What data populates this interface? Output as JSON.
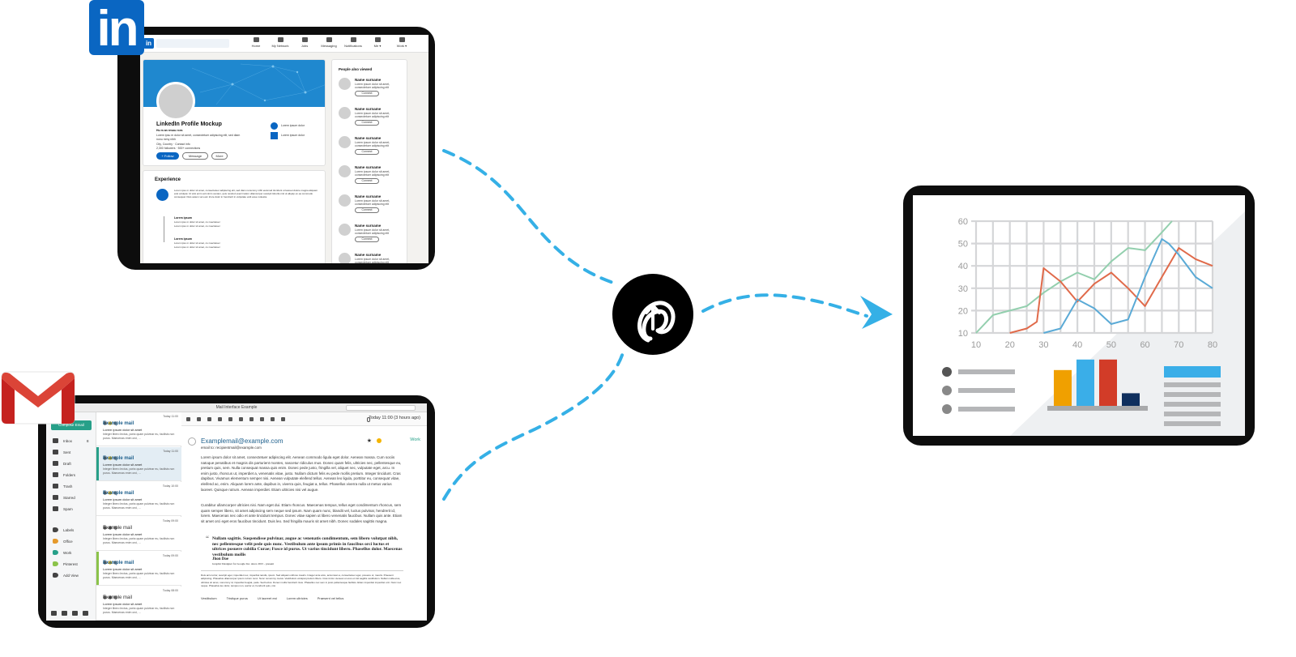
{
  "linkedin": {
    "logo_text": "in",
    "nav": [
      "Home",
      "My Network",
      "Jobs",
      "Messaging",
      "Notifications",
      "Me ▾",
      "Work ▾"
    ],
    "profile": {
      "name": "LinkedIn Profile Mockup",
      "subtitle": "Hu m an resou rces",
      "bio": "Lorem ipsu m dolor sit amet, consectetuer adipiscing elit, sed diam nonu mmy nibh",
      "location": "City, Country · Contact info",
      "connections": "2,300 followers · 500+ connections",
      "follow_label": "+ Follow",
      "message_label": "Message",
      "more_label": "More",
      "side_links": [
        "Lorem ipsum dolor",
        "Lorem ipsum dolor"
      ]
    },
    "experience": {
      "heading": "Experience",
      "description": "Lorem ipsu m dolor sit amet, consectetuer adipiscing elit, sed diam nonummy nibh euismod tincidunt ut laoreet dolore magna aliquam erat volutpat. Ut wisi enim ad minim veniam, quis nostrud exerci tation ullamcorper suscipit lobortis nisl ut aliquip ex ea commodo consequat. Duis autem vel eum iriure dolor in hendrerit in vulputate velit esse molestie",
      "entries": [
        {
          "title": "Lorem ipsum",
          "line1": "Lorem ipsu m dolor sit amet, co nsectetuer",
          "line2": "Lorem ipsu m dolor sit amet, co nsectetuer"
        },
        {
          "title": "Lorem ipsum",
          "line1": "Lorem ipsu m dolor sit amet, co nsectetuer",
          "line2": "Lorem ipsu m dolor sit amet, co nsectetuer"
        }
      ]
    },
    "people_also_viewed": {
      "heading": "People also viewed",
      "people": [
        {
          "name": "Name surname",
          "desc": "Lorem ipsum dolor sit amet, consectetuer adipiscing elit",
          "button": "Connect"
        },
        {
          "name": "Name surname",
          "desc": "Lorem ipsum dolor sit amet, consectetuer adipiscing elit",
          "button": "Connect"
        },
        {
          "name": "Name surname",
          "desc": "Lorem ipsum dolor sit amet, consectetuer adipiscing elit",
          "button": "Connect"
        },
        {
          "name": "Name surname",
          "desc": "Lorem ipsum dolor sit amet, consectetuer adipiscing elit",
          "button": "Connect"
        },
        {
          "name": "Name surname",
          "desc": "Lorem ipsum dolor sit amet, consectetuer adipiscing elit",
          "button": "Connect"
        },
        {
          "name": "Name surname",
          "desc": "Lorem ipsum dolor sit amet, consectetuer adipiscing elit",
          "button": "Connect"
        },
        {
          "name": "Name surname",
          "desc": "Lorem ipsum dolor sit amet, consectetuer adipiscing elit",
          "button": "Connect"
        }
      ]
    }
  },
  "gmail": {
    "window_title": "Mail Interface Example",
    "compose_label": "Compose Email",
    "folders": [
      "Inbox",
      "Sent",
      "Draft",
      "Folders",
      "Trash",
      "Starred",
      "Spam"
    ],
    "inbox_count": "8",
    "labels": [
      "Labels",
      "Office",
      "Work",
      "Pinterest",
      "Add View"
    ],
    "list": [
      {
        "subject": "Example mail",
        "from": "Lorem ipsum dolor sit amet",
        "body": "Integer libero lectus, porta quam pulvinar eu, facilisis non purus. Maecenas enim orci, ...",
        "time": "Today 11:00",
        "selected": false,
        "bold": true
      },
      {
        "subject": "Example mail",
        "from": "Lorem ipsum dolor sit amet",
        "body": "Integer libero lectus, porta quam pulvinar eu, facilisis non purus. Maecenas enim orci, ...",
        "time": "Today 11:00",
        "selected": true,
        "bold": true
      },
      {
        "subject": "Example mail",
        "from": "Lorem ipsum dolor sit amet",
        "body": "Integer libero lectus, porta quam pulvinar eu, facilisis non purus. Maecenas enim orci, ...",
        "time": "Today 10:00",
        "selected": false,
        "bold": true
      },
      {
        "subject": "Example mail",
        "from": "Lorem ipsum dolor sit amet",
        "body": "Integer libero lectus, porta quam pulvinar eu, facilisis non purus. Maecenas enim orci, ...",
        "time": "Today 09:00",
        "selected": false,
        "bold": false
      },
      {
        "subject": "Example mail",
        "from": "Lorem ipsum dolor sit amet",
        "body": "Integer libero lectus, porta quam pulvinar eu, facilisis non purus. Maecenas enim orci, ...",
        "time": "Today 09:00",
        "selected": false,
        "bold": true
      },
      {
        "subject": "Example mail",
        "from": "Lorem ipsum dolor sit amet",
        "body": "Integer libero lectus, porta quam pulvinar eu, facilisis non purus. Maecenas enim orci, ...",
        "time": "Today 08:00",
        "selected": false,
        "bold": false
      }
    ],
    "reading": {
      "date": "Today 11:00 (3 hours ago)",
      "from": "Examplemail@example.com",
      "reply_to": "email to: recipientmail@example.com",
      "tag": "Work",
      "para1": "Lorem ipsum dolor sit amet, consectetuer adipiscing elit. Aenean commodo ligula eget dolor. Aenean massa. Cum sociis natoque penatibus et magnis dis parturient montes, nascetur ridiculus mus. Donec quam felis, ultricies nec, pellentesque eu, pretium quis, sem. Nulla consequat massa quis enim. Donec pede justo, fringilla vel, aliquet nec, vulputate eget, arcu. In enim justo, rhoncus ut, imperdiet a, venenatis vitae, justo. Nullam dictum felis eu pede mollis pretium. Integer tincidunt. Cras dapibus. Vivamus elementum semper nisi. Aenean vulputate eleifend tellus. Aenean leo ligula, porttitor eu, consequat vitae, eleifend ac, enim. Aliquam lorem ante, dapibus in, viverra quis, feugiat a, tellus. Phasellus viverra nulla ut metus varius laoreet. Quisque rutrum. Aenean imperdiet. Etiam ultricies nisi vel augue.",
      "para2": "Curabitur ullamcorper ultricies nisi. Nam eget dui. Etiam rhoncus. Maecenas tempus, tellus eget condimentum rhoncus, sem quam semper libero, sit amet adipiscing sem neque sed ipsum. Nam quam nunc, blandit vel, luctus pulvinar, hendrerit id, lorem. Maecenas nec odio et ante tincidunt tempus. Donec vitae sapien ut libero venenatis faucibus. Nullam quis ante. Etiam sit amet orci eget eros faucibus tincidunt. Duis leo. Sed fringilla mauris sit amet nibh. Donec sodales sagittis magna.",
      "quote": "Nullam sagittis. Suspendisse pulvinar, augue ac venenatis condimentum, sem libero volutpat nibh, nec pellentesque velit pede quis nunc. Vestibulum ante ipsum primis in faucibus orci luctus et ultrices posuere cubilia Curae; Fusce id purus. Ut varius tincidunt libero. Phasellus dolor. Maecenas vestibulum mollis",
      "sig_name": "Jhon Doe",
      "sig_title": "Graphic Designer for Google Inc. since 2015 - present",
      "fine_print": "Duis arcu tortor, suscipit eget, imperdiet nec, imperdiet iaculis, ipsum. Sed aliquam ultrices mauris. Integer ante arcu, accumsan a, consectetuer eget, posuere ut, mauris. Praesent adipiscing. Phasellus ullamcorper ipsum rutrum nunc. Nunc nonummy metus. Vestibulum volutpat pretium libero. Cras id dui. Aenean ut eros et nisl sagittis vestibulum. Nullam nulla eros, ultricies sit amet, nonummy id, imperdiet feugiat, pede. Sed lectus. Donec mollis hendrerit risus. Phasellus nec sem in justo pellentesque facilisis. Etiam imperdiet imperdiet orci. Nunc nec neque. Phasellus leo dolor, tempus non, auctor et, hendrerit quis, nisi.",
      "footer_links": [
        "Vestibulum",
        "Tristique purus",
        "Ut laoreet est",
        "Lorem ultricies",
        "Praesent vel tellus"
      ]
    }
  },
  "dashboard": {
    "legend_dots": 3,
    "colors": {
      "green": "#93cfae",
      "red": "#e06a4a",
      "blue": "#5aaad6",
      "bar_orange": "#f0a000",
      "bar_blue": "#3aaee8",
      "bar_red": "#d23c28",
      "bar_navy": "#0f2f5e",
      "accent_blue": "#3aaee8"
    }
  },
  "chart_data": {
    "type": "line",
    "title": "",
    "xlabel": "",
    "ylabel": "",
    "x_ticks": [
      10,
      20,
      30,
      40,
      50,
      60,
      70,
      80
    ],
    "y_ticks": [
      10,
      20,
      30,
      40,
      50,
      60
    ],
    "xlim": [
      10,
      80
    ],
    "ylim": [
      10,
      60
    ],
    "grid": true,
    "series": [
      {
        "color": "#93cfae",
        "x": [
          10,
          15,
          20,
          25,
          30,
          35,
          40,
          45,
          50,
          55,
          60,
          65,
          68
        ],
        "y": [
          10,
          18,
          20,
          22,
          28,
          33,
          37,
          34,
          42,
          48,
          47,
          55,
          60
        ]
      },
      {
        "color": "#e06a4a",
        "x": [
          20,
          25,
          28,
          30,
          35,
          40,
          45,
          50,
          55,
          60,
          65,
          70,
          75,
          80
        ],
        "y": [
          10,
          12,
          15,
          39,
          33,
          24,
          32,
          37,
          30,
          22,
          35,
          48,
          43,
          40
        ]
      },
      {
        "color": "#5aaad6",
        "x": [
          30,
          35,
          40,
          45,
          50,
          55,
          60,
          65,
          67,
          70,
          75,
          80
        ],
        "y": [
          10,
          12,
          25,
          21,
          14,
          16,
          35,
          52,
          50,
          45,
          35,
          30
        ]
      }
    ],
    "bars": {
      "type": "bar",
      "values": [
        17,
        22,
        22,
        6
      ],
      "colors": [
        "#f0a000",
        "#3aaee8",
        "#d23c28",
        "#0f2f5e"
      ]
    }
  }
}
